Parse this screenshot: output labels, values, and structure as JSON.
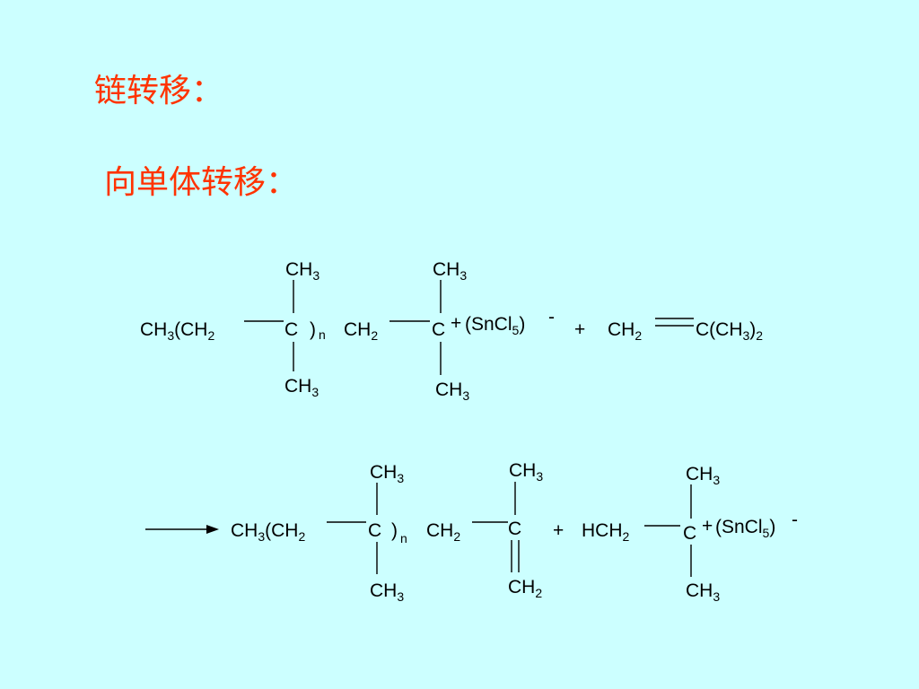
{
  "headings": {
    "chain_transfer": "链转移：",
    "to_monomer": "向单体转移："
  },
  "equation": {
    "reactant": {
      "chain_start": "CH3(CH2",
      "quaternary_carbon": "C",
      "close_paren": ")",
      "repeat_n": "n",
      "ch2": "CH2",
      "cation_carbon": "C",
      "plus_charge": "+",
      "counterion": "(SnCl5)",
      "minus_charge": "-",
      "methyl_top_1": "CH3",
      "methyl_bottom_1": "CH3",
      "methyl_top_2": "CH3",
      "methyl_bottom_2": "CH3"
    },
    "plus_sign": "+",
    "monomer": {
      "left": "CH2",
      "right": "C(CH3)2"
    },
    "product": {
      "chain_start": "CH3(CH2",
      "quaternary_carbon": "C",
      "close_paren": ")",
      "repeat_n": "n",
      "ch2": "CH2",
      "vinyl_carbon": "C",
      "methyl_top_1": "CH3",
      "methyl_bottom_1": "CH3",
      "methyl_top_2": "CH3",
      "methylene_bottom": "CH2"
    },
    "plus_sign_2": "+",
    "product2": {
      "hch2": "HCH2",
      "cation_carbon": "C",
      "plus_charge": "+",
      "counterion": "(SnCl5)",
      "minus_charge": "-",
      "methyl_top": "CH3",
      "methyl_bottom": "CH3"
    }
  }
}
